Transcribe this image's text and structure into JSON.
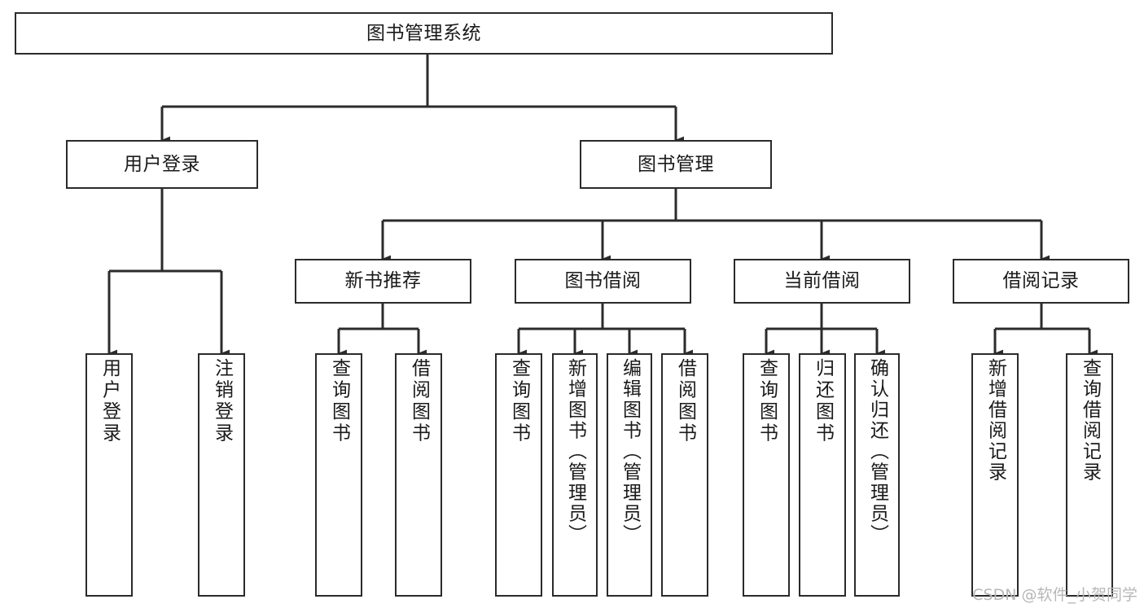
{
  "diagram": {
    "title": "图书管理系统",
    "type": "tree-hierarchy-chart",
    "watermark": "CSDN @软件_小贺同学",
    "colors": {
      "stroke": "#2b2b2b",
      "fill": "#ffffff",
      "text": "#1a1a1a",
      "watermark": "#b7b7b7"
    },
    "nodes": {
      "root": {
        "label": "图书管理系统"
      },
      "level2": [
        {
          "id": "user-login",
          "label": "用户登录"
        },
        {
          "id": "book-manage",
          "label": "图书管理"
        }
      ],
      "level3": [
        {
          "id": "new-book-recommend",
          "label": "新书推荐"
        },
        {
          "id": "book-borrow",
          "label": "图书借阅"
        },
        {
          "id": "current-borrow",
          "label": "当前借阅"
        },
        {
          "id": "borrow-record",
          "label": "借阅记录"
        }
      ],
      "leaves": {
        "user-login": [
          {
            "id": "leaf-user-login",
            "label": "用户登录"
          },
          {
            "id": "leaf-logout",
            "label": "注销登录"
          }
        ],
        "new-book-recommend": [
          {
            "id": "leaf-query-book-1",
            "label": "查询图书"
          },
          {
            "id": "leaf-borrow-book-1",
            "label": "借阅图书"
          }
        ],
        "book-borrow": [
          {
            "id": "leaf-query-book-2",
            "label": "查询图书"
          },
          {
            "id": "leaf-add-book",
            "label": "新增图书（管理员）"
          },
          {
            "id": "leaf-edit-book",
            "label": "编辑图书（管理员）"
          },
          {
            "id": "leaf-borrow-book-2",
            "label": "借阅图书"
          }
        ],
        "current-borrow": [
          {
            "id": "leaf-query-book-3",
            "label": "查询图书"
          },
          {
            "id": "leaf-return-book",
            "label": "归还图书"
          },
          {
            "id": "leaf-confirm-return",
            "label": "确认归还（管理员）"
          }
        ],
        "borrow-record": [
          {
            "id": "leaf-add-record",
            "label": "新增借阅记录"
          },
          {
            "id": "leaf-query-record",
            "label": "查询借阅记录"
          }
        ]
      }
    }
  }
}
